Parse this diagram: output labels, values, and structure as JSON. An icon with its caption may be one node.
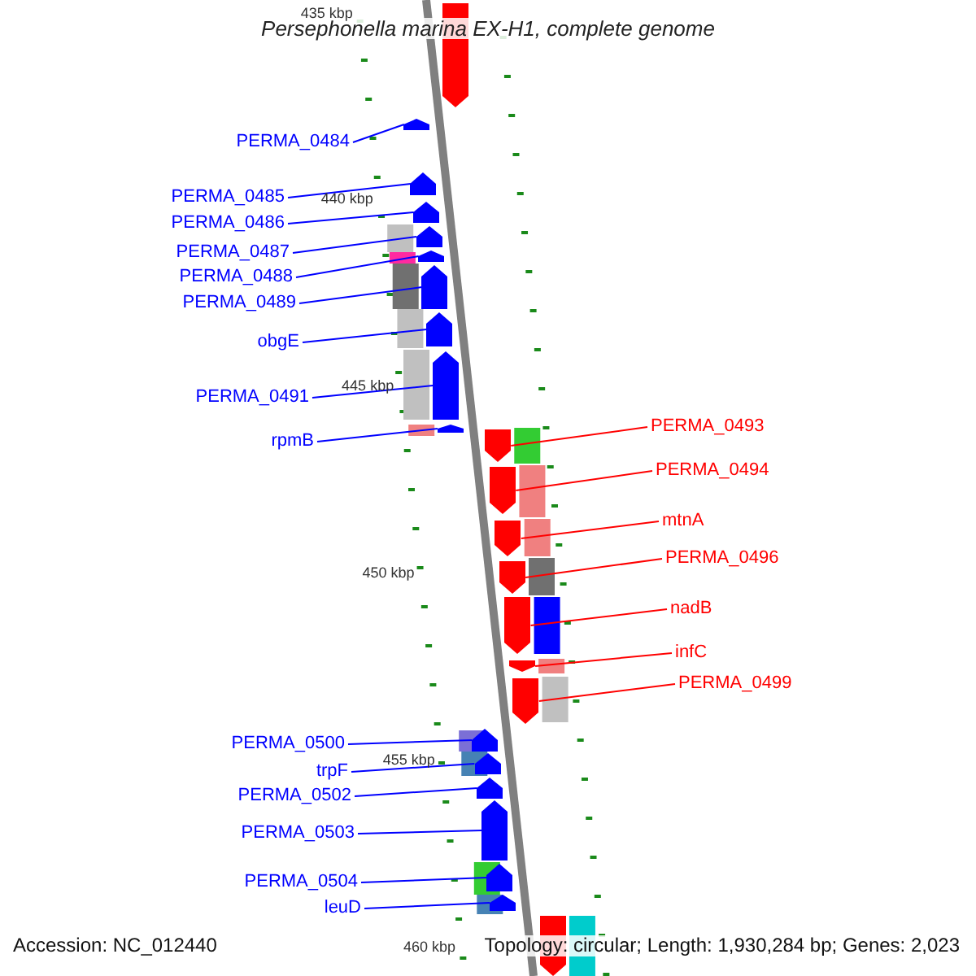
{
  "diagram": {
    "title": "Persephonella marina EX-H1, complete genome",
    "nodes": [
      {
        "text": [],
        "shape": "arrow"
      },
      {
        "text": [
          "PERMA_0484"
        ]
      },
      {
        "text": [],
        "shape": "arrow"
      },
      {
        "text": [
          "PERMA_0485"
        ]
      },
      {
        "text": [],
        "shape": "arrow"
      },
      {
        "text": [
          "PERMA_0486"
        ]
      },
      {
        "text": [],
        "shape": "arrow"
      },
      {
        "text": [
          "PERMA_0487"
        ]
      },
      {
        "text": [],
        "shape": "arrow"
      },
      {
        "text": [
          "PERMA_0488"
        ]
      },
      {
        "text": [],
        "shape": "arrow"
      },
      {
        "text": [
          "PERMA_0489"
        ]
      },
      {
        "text": [],
        "shape": "arrow"
      },
      {
        "text": [
          "obgE"
        ]
      },
      {
        "text": [],
        "shape": "arrow"
      },
      {
        "text": [
          "PERMA_0491"
        ]
      },
      {
        "text": [],
        "shape": "arrow"
      },
      {
        "text": [
          "rpmB"
        ]
      },
      {
        "text": [],
        "shape": "arrow"
      },
      {
        "text": [
          "PERMA_0493"
        ]
      },
      {
        "text": [],
        "shape": "arrow"
      },
      {
        "text": [
          "PERMA_0494"
        ]
      },
      {
        "text": [],
        "shape": "arrow"
      },
      {
        "text": [
          "mtnA"
        ]
      },
      {
        "text": [],
        "shape": "arrow"
      },
      {
        "text": [
          "PERMA_0496"
        ]
      },
      {
        "text": [],
        "shape": "arrow"
      },
      {
        "text": [
          "nadB"
        ]
      },
      {
        "text": [],
        "shape": "arrow"
      },
      {
        "text": [
          "infC"
        ]
      },
      {
        "text": [],
        "shape": "arrow"
      },
      {
        "text": [
          "PERMA_0499"
        ]
      },
      {
        "text": [],
        "shape": "arrow"
      },
      {
        "text": [
          "PERMA_0500"
        ]
      },
      {
        "text": [],
        "shape": "arrow"
      },
      {
        "text": [
          "trpF"
        ]
      },
      {
        "text": [],
        "shape": "arrow"
      },
      {
        "text": [
          "PERMA_0502"
        ]
      },
      {
        "text": [],
        "shape": "arrow"
      },
      {
        "text": [
          "PERMA_0503"
        ]
      },
      {
        "text": [],
        "shape": "arrow"
      },
      {
        "text": [
          "PERMA_0504"
        ]
      },
      {
        "text": [],
        "shape": "arrow"
      },
      {
        "text": [
          "leuD"
        ]
      },
      {
        "text": [],
        "shape": "arrow"
      },
      {
        "text": [],
        "shape": "arrow"
      }
    ],
    "edges": [
      {
        "from": 1,
        "to": 2,
        "arrow": "none"
      },
      {
        "from": 3,
        "to": 4,
        "arrow": "none"
      },
      {
        "from": 5,
        "to": 6,
        "arrow": "none"
      },
      {
        "from": 7,
        "to": 8,
        "arrow": "none"
      },
      {
        "from": 9,
        "to": 10,
        "arrow": "none"
      },
      {
        "from": 11,
        "to": 12,
        "arrow": "none"
      },
      {
        "from": 13,
        "to": 14,
        "arrow": "none"
      },
      {
        "from": 15,
        "to": 16,
        "arrow": "none"
      },
      {
        "from": 17,
        "to": 18,
        "arrow": "none"
      },
      {
        "from": 19,
        "to": 20,
        "arrow": "none",
        "color": "#ff0000"
      },
      {
        "from": 21,
        "to": 22,
        "arrow": "none",
        "color": "#ff0000"
      },
      {
        "from": 23,
        "to": 24,
        "arrow": "none",
        "color": "#ff0000"
      },
      {
        "from": 25,
        "to": 26,
        "arrow": "none",
        "color": "#ff0000"
      },
      {
        "from": 27,
        "to": 28,
        "arrow": "none",
        "color": "#ff0000"
      },
      {
        "from": 29,
        "to": 30,
        "arrow": "none",
        "color": "#ff0000"
      },
      {
        "from": 31,
        "to": 32,
        "arrow": "none",
        "color": "#ff0000"
      },
      {
        "from": 33,
        "to": 34,
        "arrow": "none"
      },
      {
        "from": 35,
        "to": 36,
        "arrow": "none"
      },
      {
        "from": 37,
        "to": 38,
        "arrow": "none"
      },
      {
        "from": 39,
        "to": 40,
        "arrow": "none"
      },
      {
        "from": 41,
        "to": 42,
        "arrow": "none"
      },
      {
        "from": 43,
        "to": 44,
        "arrow": "none"
      }
    ],
    "labels": [
      "435 kbp",
      "440 kbp",
      "445 kbp",
      "450 kbp",
      "455 kbp",
      "Accession: NC_012440",
      "460 kbp",
      "Topology: circular; Length: 1,930,284 bp; Genes: 2,023"
    ]
  }
}
